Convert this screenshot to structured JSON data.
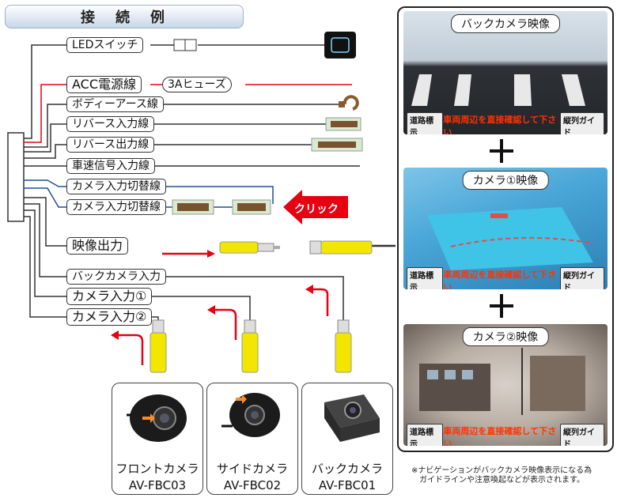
{
  "title": "接　続　例",
  "wires": [
    {
      "label": "LEDスイッチ"
    },
    {
      "label": "ACC電源線"
    },
    {
      "label": "ボディーアース線"
    },
    {
      "label": "リバース入力線"
    },
    {
      "label": "リバース出力線"
    },
    {
      "label": "車速信号入力線"
    },
    {
      "label": "カメラ入力切替線"
    },
    {
      "label": "カメラ入力切替線"
    },
    {
      "label": "映像出力"
    },
    {
      "label": "バックカメラ入力"
    },
    {
      "label": "カメラ入力①"
    },
    {
      "label": "カメラ入力②"
    }
  ],
  "fuse_label": "3Aヒューズ",
  "click_label": "クリック",
  "screens": [
    {
      "title": "バックカメラ映像",
      "left_button": "道路標示",
      "warning": "車両周辺を直接確認して下さい",
      "right_button": "縦列ガイド"
    },
    {
      "title": "カメラ①映像",
      "left_button": "道路標示",
      "warning": "車両周辺を直接確認して下さい",
      "right_button": "縦列ガイド"
    },
    {
      "title": "カメラ②映像",
      "left_button": "道路標示",
      "warning": "車両周辺を直接確認して下さい",
      "right_button": "縦列ガイド"
    }
  ],
  "cameras": [
    {
      "name": "フロントカメラ",
      "model": "AV-FBC03"
    },
    {
      "name": "サイドカメラ",
      "model": "AV-FBC02"
    },
    {
      "name": "バックカメラ",
      "model": "AV-FBC01"
    }
  ],
  "note": "※ナビゲーションがバックカメラ映像表示になる為\n　ガイドラインや注意喚起などが表示されます。",
  "colors": {
    "accent_red": "#e60012",
    "wire_blue": "#1f4e9c",
    "rca_yellow": "#f2e600",
    "warning_red": "#ff3300"
  }
}
